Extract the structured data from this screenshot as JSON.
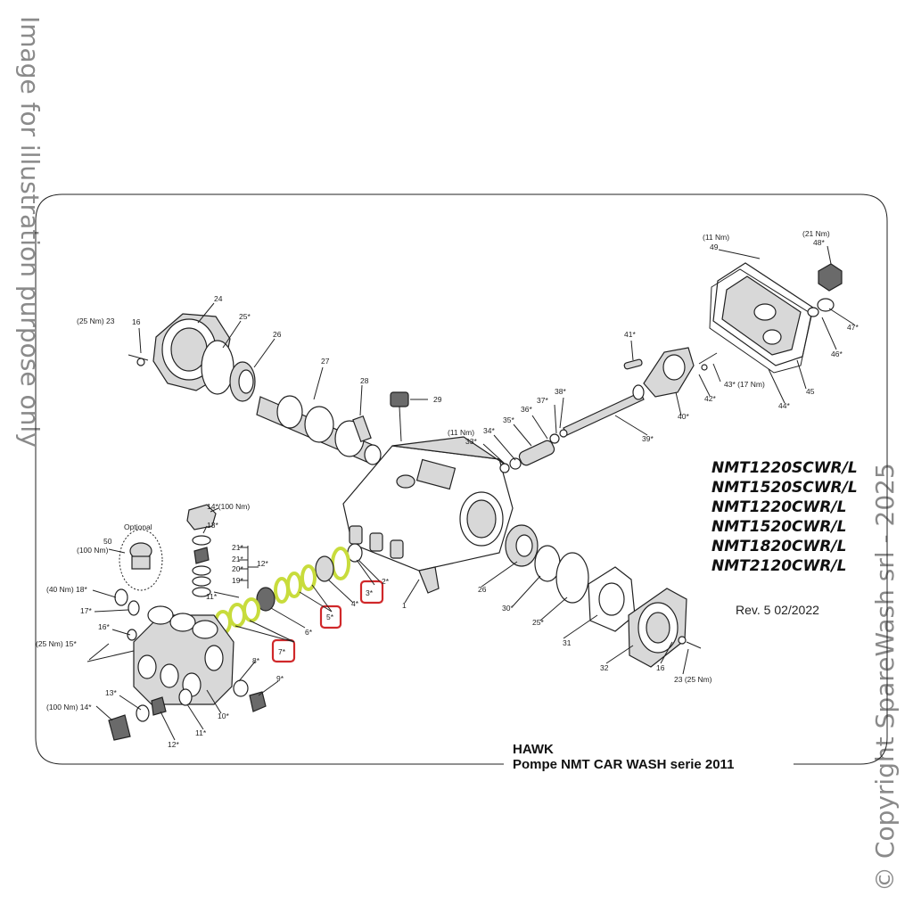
{
  "watermark_left": "Image for illustration purpose only",
  "watermark_right": "© Copyright SpareWash srl - 2025",
  "models": [
    "NMT1220SCWR/L",
    "NMT1520SCWR/L",
    "NMT1220CWR/L",
    "NMT1520CWR/L",
    "NMT1820CWR/L",
    "NMT2120CWR/L"
  ],
  "revision": "Rev. 5 02/2022",
  "title_line1": "HAWK",
  "title_line2": "Pompe NMT CAR WASH serie 2011",
  "optional_label": "Optional",
  "highlight_color": "#c8dc3c",
  "marker_color": "#d0282a",
  "callouts": {
    "c1": "1",
    "c2": "2*",
    "c3": "3*",
    "c4": "4*",
    "c5": "5*",
    "c6": "6*",
    "c7": "7*",
    "c8": "8*",
    "c9": "9*",
    "c10": "10*",
    "c11a": "11*",
    "c11b": "11*",
    "c12a": "12*",
    "c12b": "12*",
    "c13a": "13*",
    "c13b": "13*",
    "c14a": "14*(100 Nm)",
    "c14b": "(100 Nm) 14*",
    "c15": "(25 Nm) 15*",
    "c16a": "16",
    "c16b": "16*",
    "c16c": "16",
    "c17": "17*",
    "c18": "(40 Nm) 18*",
    "c19": "19*",
    "c20": "20*",
    "c21a": "21*",
    "c21b": "21*",
    "c23a": "(25 Nm) 23",
    "c23b": "23 (25 Nm)",
    "c24": "24",
    "c25a": "25*",
    "c25b": "25*",
    "c26a": "26",
    "c26b": "26",
    "c27": "27",
    "c28": "28",
    "c29": "29",
    "c30": "30*",
    "c31": "31",
    "c32": "32",
    "c33": "33*",
    "c33nm": "(11 Nm)",
    "c34": "34*",
    "c35": "35*",
    "c36": "36*",
    "c37": "37*",
    "c38": "38*",
    "c39": "39*",
    "c40": "40*",
    "c41": "41*",
    "c42": "42*",
    "c43": "43* (17 Nm)",
    "c44": "44*",
    "c45": "45",
    "c46": "46*",
    "c47": "47*",
    "c48": "48*",
    "c48nm": "(21 Nm)",
    "c49": "49",
    "c49nm": "(11 Nm)",
    "c50": "50",
    "c50nm": "(100 Nm)"
  }
}
